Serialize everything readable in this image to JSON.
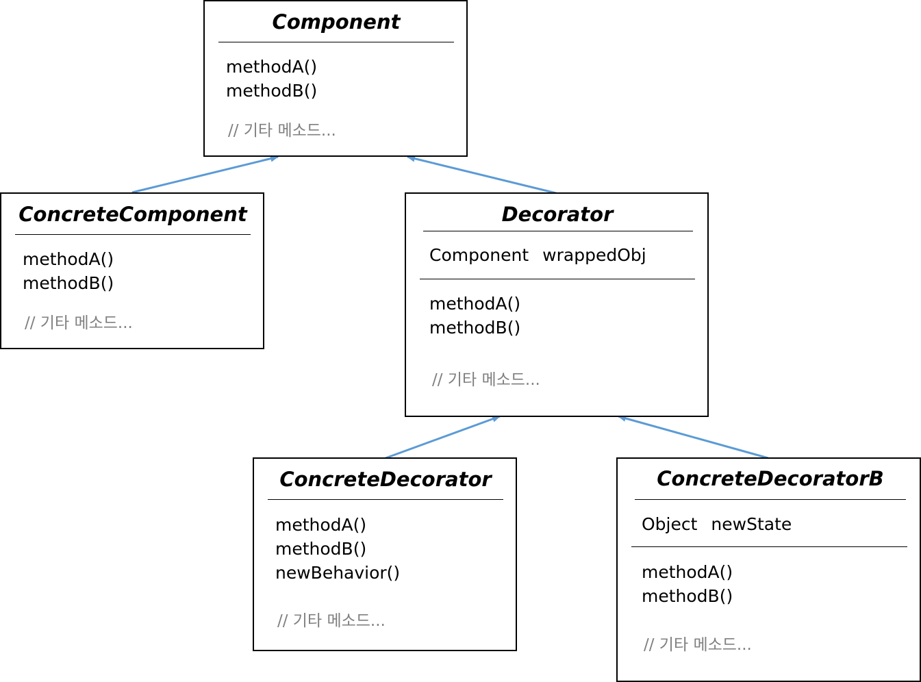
{
  "diagram": {
    "edge_color": "#5b9bd5",
    "classes": {
      "component": {
        "title": "Component",
        "methods": [
          "methodA()",
          "methodB()"
        ],
        "comment": "// 기타 메소드..."
      },
      "concrete_component": {
        "title": "ConcreteComponent",
        "methods": [
          "methodA()",
          "methodB()"
        ],
        "comment": "// 기타 메소드..."
      },
      "decorator": {
        "title": "Decorator",
        "attribute": {
          "type": "Component",
          "name": "wrappedObj"
        },
        "methods": [
          "methodA()",
          "methodB()"
        ],
        "comment": "// 기타 메소드..."
      },
      "concrete_decorator": {
        "title": "ConcreteDecorator",
        "methods": [
          "methodA()",
          "methodB()",
          "newBehavior()"
        ],
        "comment": "// 기타 메소드..."
      },
      "concrete_decorator_b": {
        "title": "ConcreteDecoratorB",
        "attribute": {
          "type": "Object",
          "name": "newState"
        },
        "methods": [
          "methodA()",
          "methodB()"
        ],
        "comment": "// 기타 메소드..."
      }
    },
    "edges": [
      {
        "from": "ConcreteComponent",
        "to": "Component"
      },
      {
        "from": "Decorator",
        "to": "Component"
      },
      {
        "from": "ConcreteDecorator",
        "to": "Decorator"
      },
      {
        "from": "ConcreteDecoratorB",
        "to": "Decorator"
      }
    ]
  }
}
